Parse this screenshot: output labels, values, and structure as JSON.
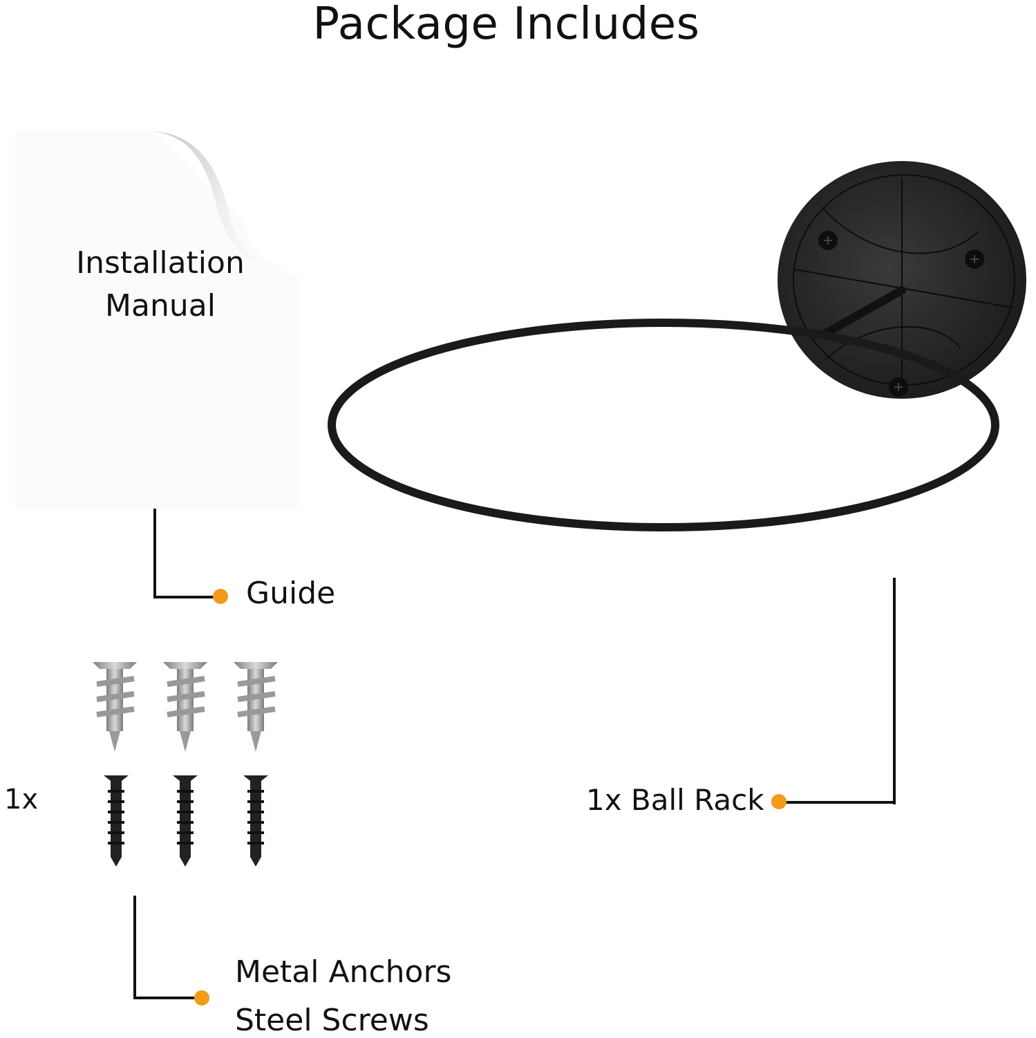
{
  "header": {
    "title": "Package Includes"
  },
  "manual": {
    "line1": "Installation",
    "line2": "Manual"
  },
  "items": [
    {
      "id": "guide",
      "label": "Guide"
    },
    {
      "id": "ball-rack",
      "label": "1x Ball Rack"
    },
    {
      "id": "hardware",
      "qty": "1x",
      "label_line1": "Metal Anchors",
      "label_line2": "Steel Screws"
    }
  ],
  "hardware": {
    "anchor_count": 3,
    "screw_count": 3
  },
  "colors": {
    "accent_dot": "#f39a17",
    "line": "#111111",
    "rack": "#1a1a1a",
    "anchor": "#9a9a9a",
    "screw": "#222222"
  }
}
